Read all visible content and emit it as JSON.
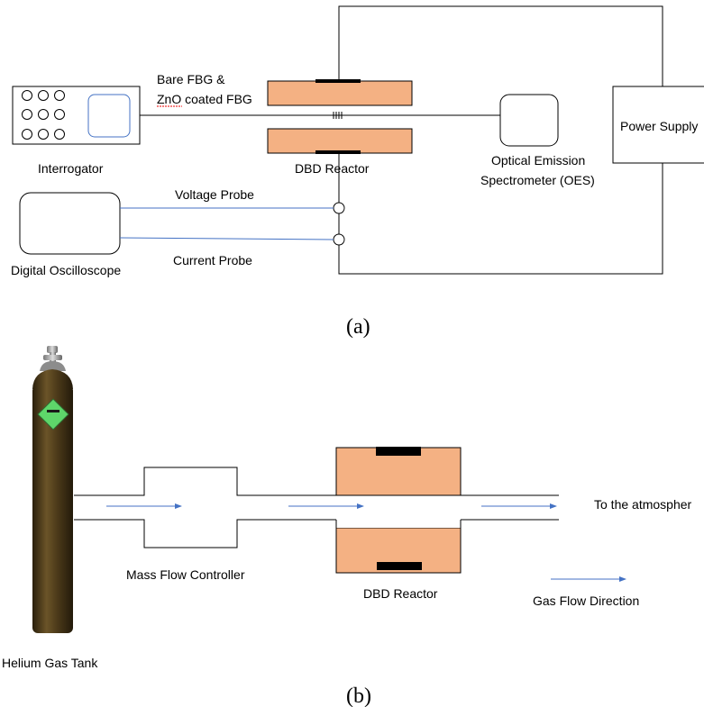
{
  "panel_a": {
    "caption": "(a)",
    "interrogator_label": "Interrogator",
    "fbg_label_line1": "Bare FBG &",
    "fbg_label_line2": "ZnO coated FBG",
    "reactor_label": "DBD Reactor",
    "oes_label_line1": "Optical Emission",
    "oes_label_line2": "Spectrometer (OES)",
    "power_supply_label": "Power Supply",
    "oscilloscope_label": "Digital Oscilloscope",
    "voltage_probe_label": "Voltage Probe",
    "current_probe_label": "Current Probe"
  },
  "panel_b": {
    "caption": "(b)",
    "tank_label": "Helium Gas Tank",
    "mfc_label": "Mass Flow Controller",
    "reactor_label": "DBD Reactor",
    "outlet_label": "To the atmospher",
    "flow_legend_label": "Gas Flow Direction"
  },
  "colors": {
    "electrode_fill": "#f4b183",
    "probe_line": "#4472c4",
    "flow_arrow": "#4472c4",
    "tank_body": "#4a3a1c",
    "hazard_label": "#5ed66a"
  }
}
